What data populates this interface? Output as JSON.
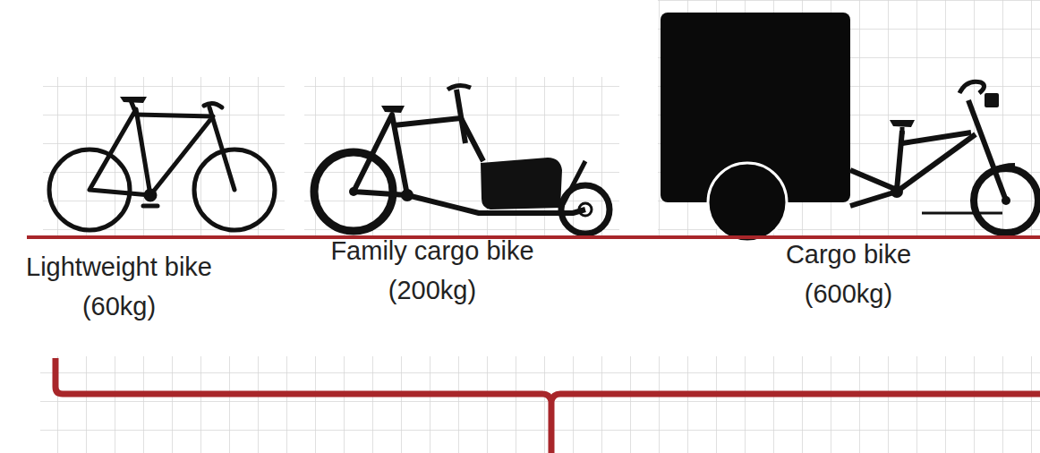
{
  "diagram": {
    "labels": [
      "Lightweight bike (60kg)",
      "Family cargo bike (200kg)",
      "Cargo bike (600kg)"
    ]
  }
}
